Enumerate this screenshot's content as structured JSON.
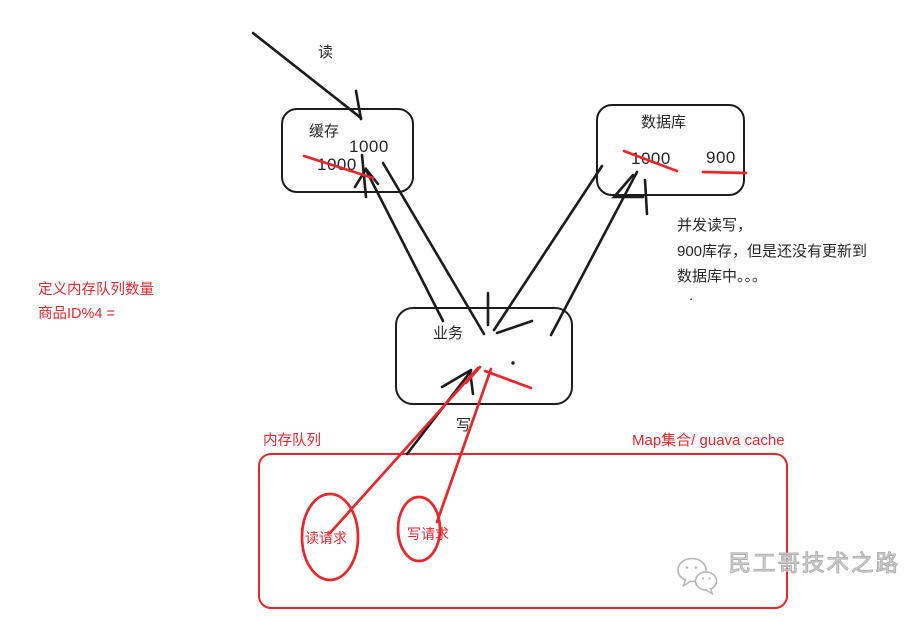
{
  "palette": {
    "ink": "#1c1c1c",
    "red": "#e8262b",
    "wm": "#b0b0b0"
  },
  "labels": {
    "read_arrow": "读",
    "write_arrow": "写"
  },
  "cache_box": {
    "title": "缓存",
    "current_value": "1000",
    "crossed_value": "1000"
  },
  "database_box": {
    "title": "数据库",
    "crossed_value": "1000",
    "new_value": "900"
  },
  "concurrency_note": {
    "line1": "并发读写，",
    "line2": "900库存，但是还没有更新到",
    "line3": "数据库中。。。",
    "stray_dot": "."
  },
  "queue_note": {
    "line1": "定义内存队列数量",
    "line2": "商品ID%4 ="
  },
  "business_box": {
    "title": "业务"
  },
  "memory_queue": {
    "label": "内存队列",
    "impl_label": "Map集合/ guava cache",
    "read_request": "读请求",
    "write_request": "写请求"
  },
  "watermark": {
    "text": "民工哥技术之路",
    "icon": "wechat-bubbles-icon"
  }
}
